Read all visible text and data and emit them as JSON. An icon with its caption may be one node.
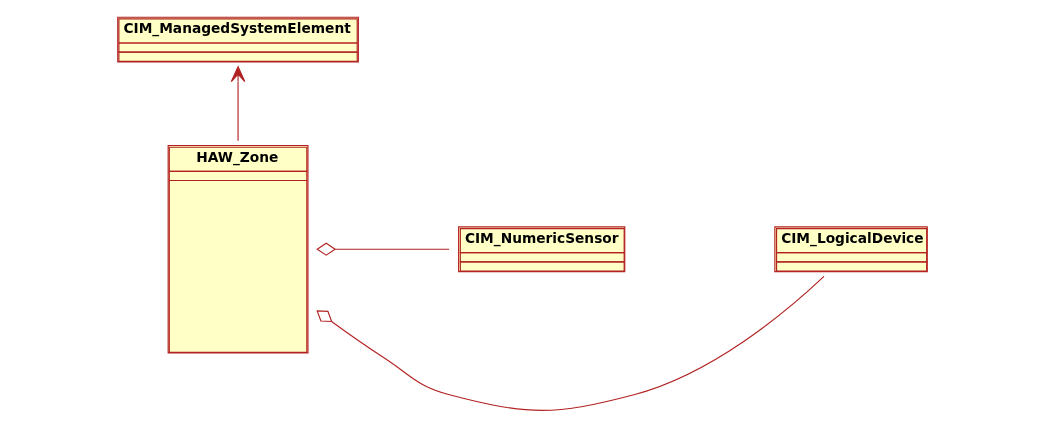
{
  "diagram": {
    "nodes": [
      {
        "text": [
          "CIM_ManagedSystemElement"
        ]
      },
      {
        "text": [
          "HAW_Zone"
        ]
      },
      {
        "text": [
          "CIM_NumericSensor"
        ]
      },
      {
        "text": [
          "CIM_LogicalDevice"
        ]
      }
    ],
    "edges": [
      {
        "from": 1,
        "to": 0,
        "arrow": "to"
      },
      {
        "from": 2,
        "to": 1,
        "arrow": "other"
      },
      {
        "from": 3,
        "to": 1,
        "arrow": "other"
      }
    ]
  }
}
